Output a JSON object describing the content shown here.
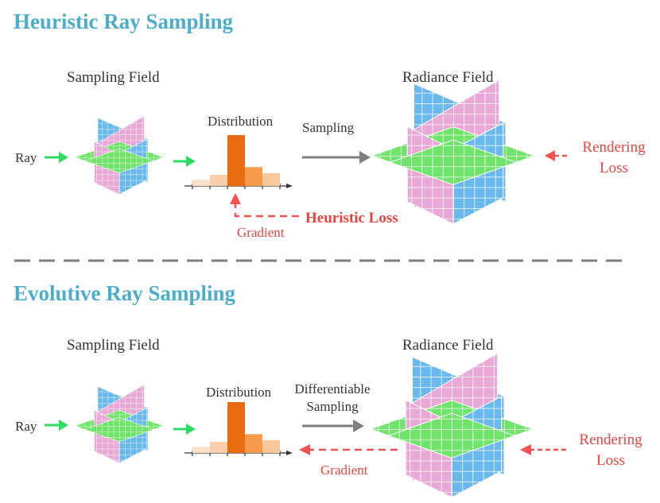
{
  "top": {
    "heading": "Heuristic Ray Sampling",
    "sampling_field": "Sampling Field",
    "radiance_field": "Radiance Field",
    "distribution": "Distribution",
    "ray": "Ray",
    "sampling": "Sampling",
    "rendering_loss": [
      "Rendering",
      "Loss"
    ],
    "heuristic_loss": "Heuristic Loss",
    "gradient": "Gradient"
  },
  "bottom": {
    "heading": "Evolutive Ray Sampling",
    "sampling_field": "Sampling Field",
    "radiance_field": "Radiance Field",
    "distribution": "Distribution",
    "ray": "Ray",
    "sampling": [
      "Differentiable",
      "Sampling"
    ],
    "rendering_loss": [
      "Rendering",
      "Loss"
    ],
    "gradient": "Gradient"
  },
  "histogram": {
    "values": [
      0.12,
      0.22,
      1.0,
      0.37,
      0.25
    ],
    "colors": [
      "#fbe0c8",
      "#f8cfa8",
      "#e96c10",
      "#f49a4a",
      "#f8c79a"
    ]
  },
  "colors": {
    "heading": "#4aaec9",
    "blue_plane": "#69b8ee",
    "pink_plane": "#e8a9d6",
    "green_plane": "#6fe36a",
    "green_arrow": "#2edb63",
    "red_arrow": "#f25252",
    "gray_arrow": "#7f7f7f"
  }
}
